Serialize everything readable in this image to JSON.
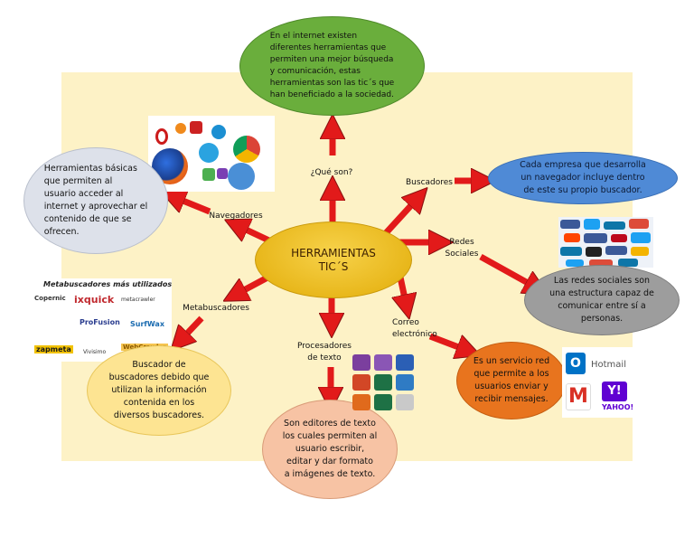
{
  "center": {
    "title": "HERRAMIENTAS\nTIC´S"
  },
  "branches": {
    "que_son": {
      "label": "¿Qué son?",
      "text": "En el internet existen\ndiferentes herramientas que\npermiten una mejor búsqueda\ny comunicación, estas\nherramientas son las tic´s que\nhan beneficiado a la sociedad."
    },
    "buscadores": {
      "label": "Buscadores",
      "text": "Cada empresa que desarrolla\nun navegador incluye dentro\nde este su propio buscador."
    },
    "redes": {
      "label": "Redes\nSociales",
      "text": "Las redes sociales son\nuna estructura capaz de\ncomunicar entre sí a\npersonas."
    },
    "correo": {
      "label": "Correo\nelectrónico",
      "text": "Es un servicio red\nque permite a los\nusuarios enviar y\nrecibir mensajes."
    },
    "procesadores": {
      "label": "Procesadores\nde texto",
      "text": "Son editores de texto\nlos cuales permiten al\nusuario escribir,\neditar y dar formato\na imágenes de texto."
    },
    "metabuscadores": {
      "label": "Metabuscadores",
      "text": "Buscador de\nbuscadores debido que\nutilizan la información\ncontenida en los\ndiversos buscadores."
    },
    "navegadores": {
      "label": "Navegadores",
      "text": "Herramientas básicas\nque permiten al\nusuario acceder al\ninternet y aprovechar el\ncontenido de que se\nofrecen."
    }
  },
  "meta_image": {
    "heading": "Metabuscadores más utilizados",
    "logos": [
      "Copernic",
      "ixquick",
      "metacrawler",
      "ProFusion",
      "SurfWax",
      "zapmeta",
      "Vivisimo",
      "WebCrawler"
    ]
  },
  "mail_image": {
    "logos": [
      "Hotmail",
      "YAHOO!"
    ]
  },
  "colors": {
    "panel": "#fdf2c6",
    "center": "#e8b40c",
    "green": "#6aae3c",
    "blue": "#4f8ad6",
    "gray_blue": "#dde1ea",
    "yellow": "#fde492",
    "peach": "#f7c3a4",
    "orange": "#e8741e",
    "gray": "#9d9d9d",
    "arrow": "#e21a1a"
  }
}
